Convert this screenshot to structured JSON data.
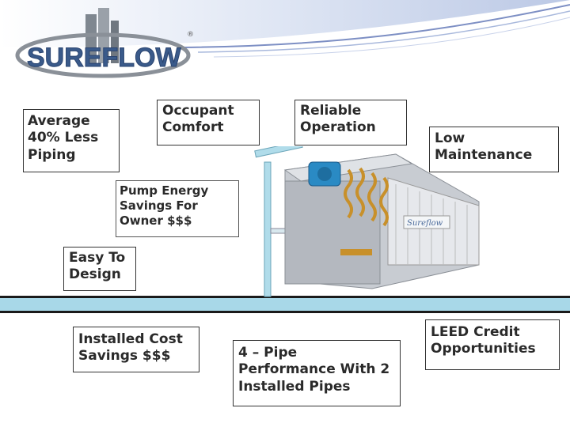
{
  "brand": {
    "logo_text": "SUREFLOW",
    "registered": "®"
  },
  "features": {
    "average_piping": "Average 40% Less Piping",
    "occupant_comfort": "Occupant Comfort",
    "reliable_operation": "Reliable Operation",
    "low_maintenance": "Low Maintenance",
    "pump_energy": "Pump Energy Savings For Owner $$$",
    "easy_design": "Easy To Design",
    "installed_cost": "Installed Cost Savings $$$",
    "four_pipe": "4 – Pipe Performance With 2 Installed Pipes",
    "leed_credit": "LEED Credit Opportunities"
  },
  "unit": {
    "badge_text": "Sureflow"
  },
  "colors": {
    "brand_blue": "#3a5a8a",
    "logo_grey": "#8a9098",
    "water": "#a8d8e8",
    "coil_copper": "#c8902a"
  }
}
